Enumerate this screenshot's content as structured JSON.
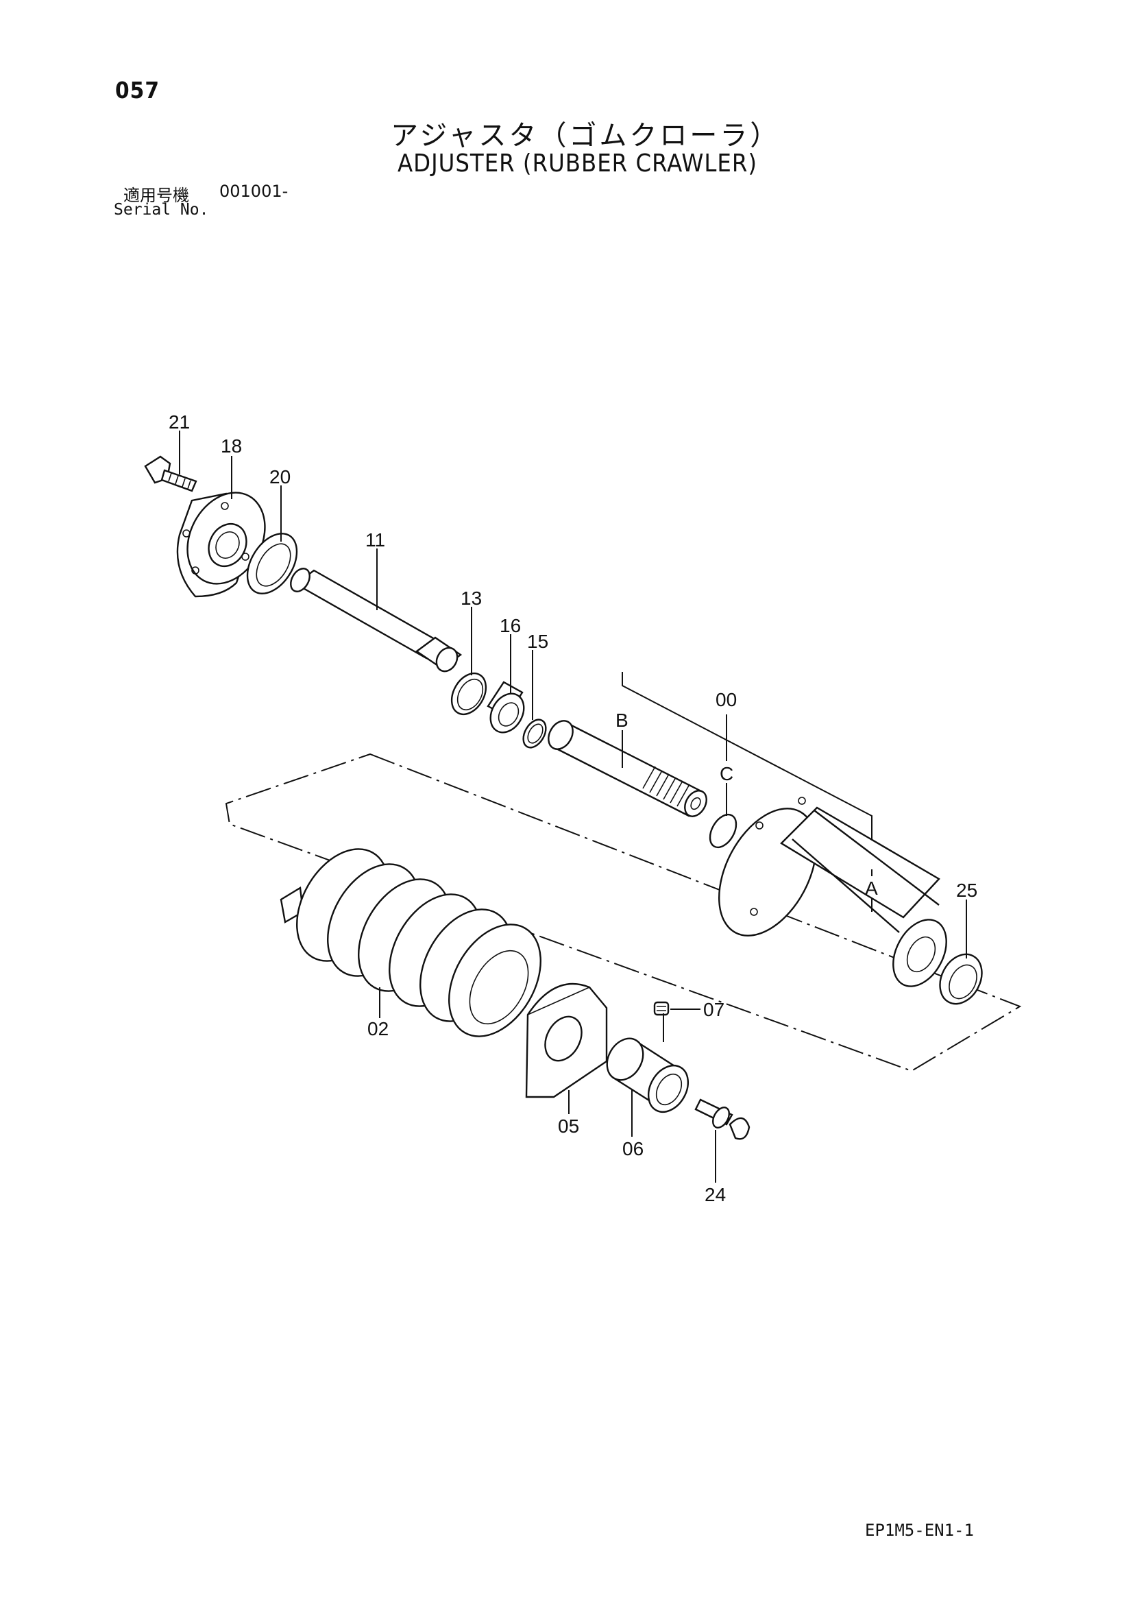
{
  "page_number": "057",
  "title_jp": "アジャスタ（ゴムクローラ）",
  "title_en": "ADJUSTER (RUBBER CRAWLER)",
  "serial_label_jp": "適用号機",
  "serial_range": "001001-",
  "serial_label_en": "Serial No.",
  "document_code": "EP1M5-EN1-1",
  "callouts": {
    "c21": "21",
    "c18": "18",
    "c20": "20",
    "c11": "11",
    "c13": "13",
    "c16": "16",
    "c15": "15",
    "c00": "00",
    "cB": "B",
    "cC": "C",
    "cA": "A",
    "c25": "25",
    "c07": "07",
    "c02": "02",
    "c05": "05",
    "c06": "06",
    "c24": "24"
  }
}
